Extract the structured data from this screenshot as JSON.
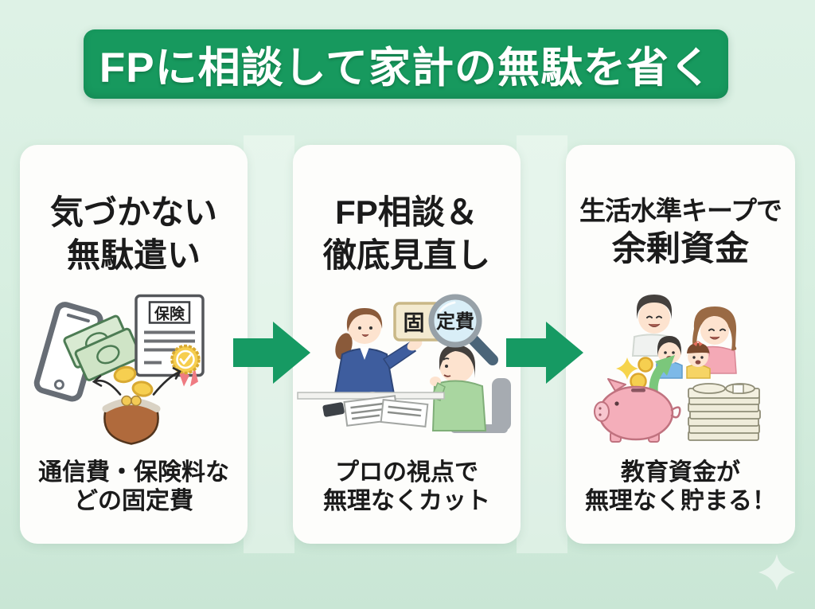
{
  "palette": {
    "bgTop": "#def2e6",
    "bgBottom": "#c9e6d5",
    "bannerGreen": "#17995e",
    "arrowGreen": "#169a63",
    "cardWhite": "#fdfdfb",
    "textBlack": "#1b1b1b"
  },
  "banner": {
    "title": "FPに相談して家計の無駄を省く"
  },
  "cards": [
    {
      "heading1": "気づかない",
      "heading2": "無駄遣い",
      "caption1": "通信費・保険料な",
      "caption2": "どの固定費",
      "labels": {
        "document": "保険"
      }
    },
    {
      "heading1": "FP相談＆",
      "heading2": "徹底見直し",
      "caption1": "プロの視点で",
      "caption2": "無理なくカット",
      "labels": {
        "sign": "固",
        "lens": "定費"
      }
    },
    {
      "heading1": "生活水準キープで",
      "heading2": "余剰資金",
      "caption1": "教育資金が",
      "caption2": "無理なく貯まる！"
    }
  ]
}
